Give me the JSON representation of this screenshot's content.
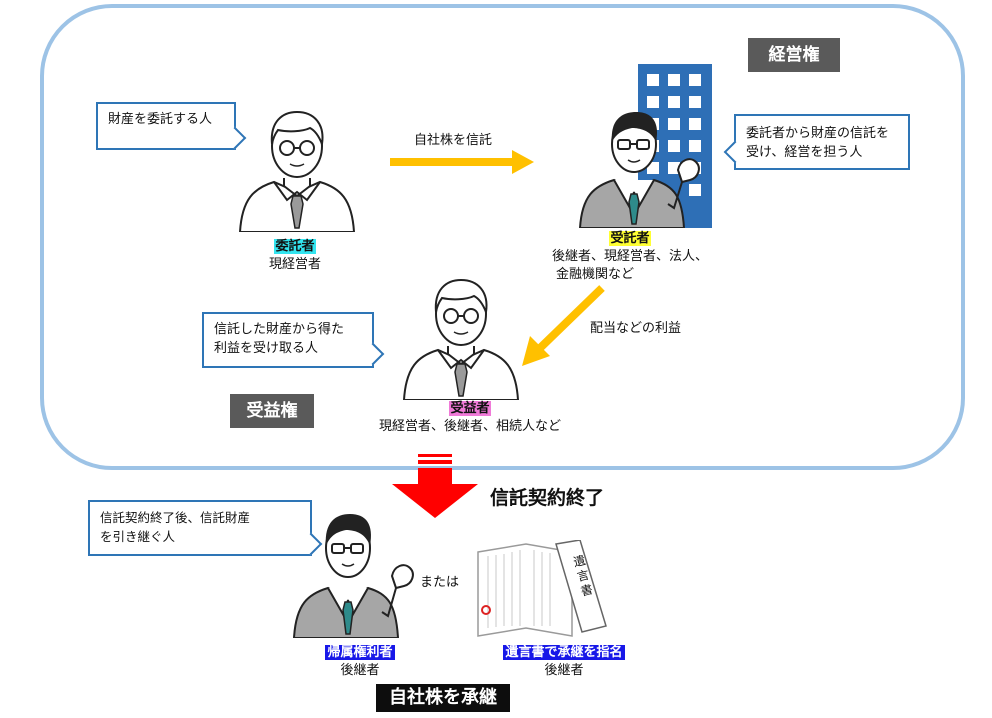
{
  "labels": {
    "keiei_ken": "経営権",
    "jueki_ken": "受益権",
    "trust_end": "信託契約終了",
    "inherit_stock": "自社株を承継"
  },
  "arrows": {
    "transfer": "自社株を信託",
    "dividend": "配当などの利益",
    "or": "または"
  },
  "entrustor": {
    "role": "委託者",
    "desc": "現経営者",
    "bubble": "財産を委託する人"
  },
  "trustee": {
    "role": "受託者",
    "desc_line1": "後継者、現経営者、法人、",
    "desc_line2": "金融機関など",
    "bubble_line1": "委託者から財産の信託を",
    "bubble_line2": "受け、経営を担う人"
  },
  "beneficiary": {
    "role": "受益者",
    "desc": "現経営者、後継者、相続人など",
    "bubble_line1": "信託した財産から得た",
    "bubble_line2": "利益を受け取る人"
  },
  "residual": {
    "role": "帰属権利者",
    "desc": "後継者",
    "bubble_line1": "信託契約終了後、信託財産",
    "bubble_line2": "を引き継ぐ人"
  },
  "will": {
    "role": "遺言書で承継を指名",
    "desc": "後継者",
    "envelope_text": "遺言書"
  },
  "colors": {
    "frame": "#9dc3e6",
    "bubble_border": "#2e75b6",
    "arrow_yellow": "#ffc000",
    "arrow_red": "#ff0000",
    "building": "#2e6fb6"
  }
}
